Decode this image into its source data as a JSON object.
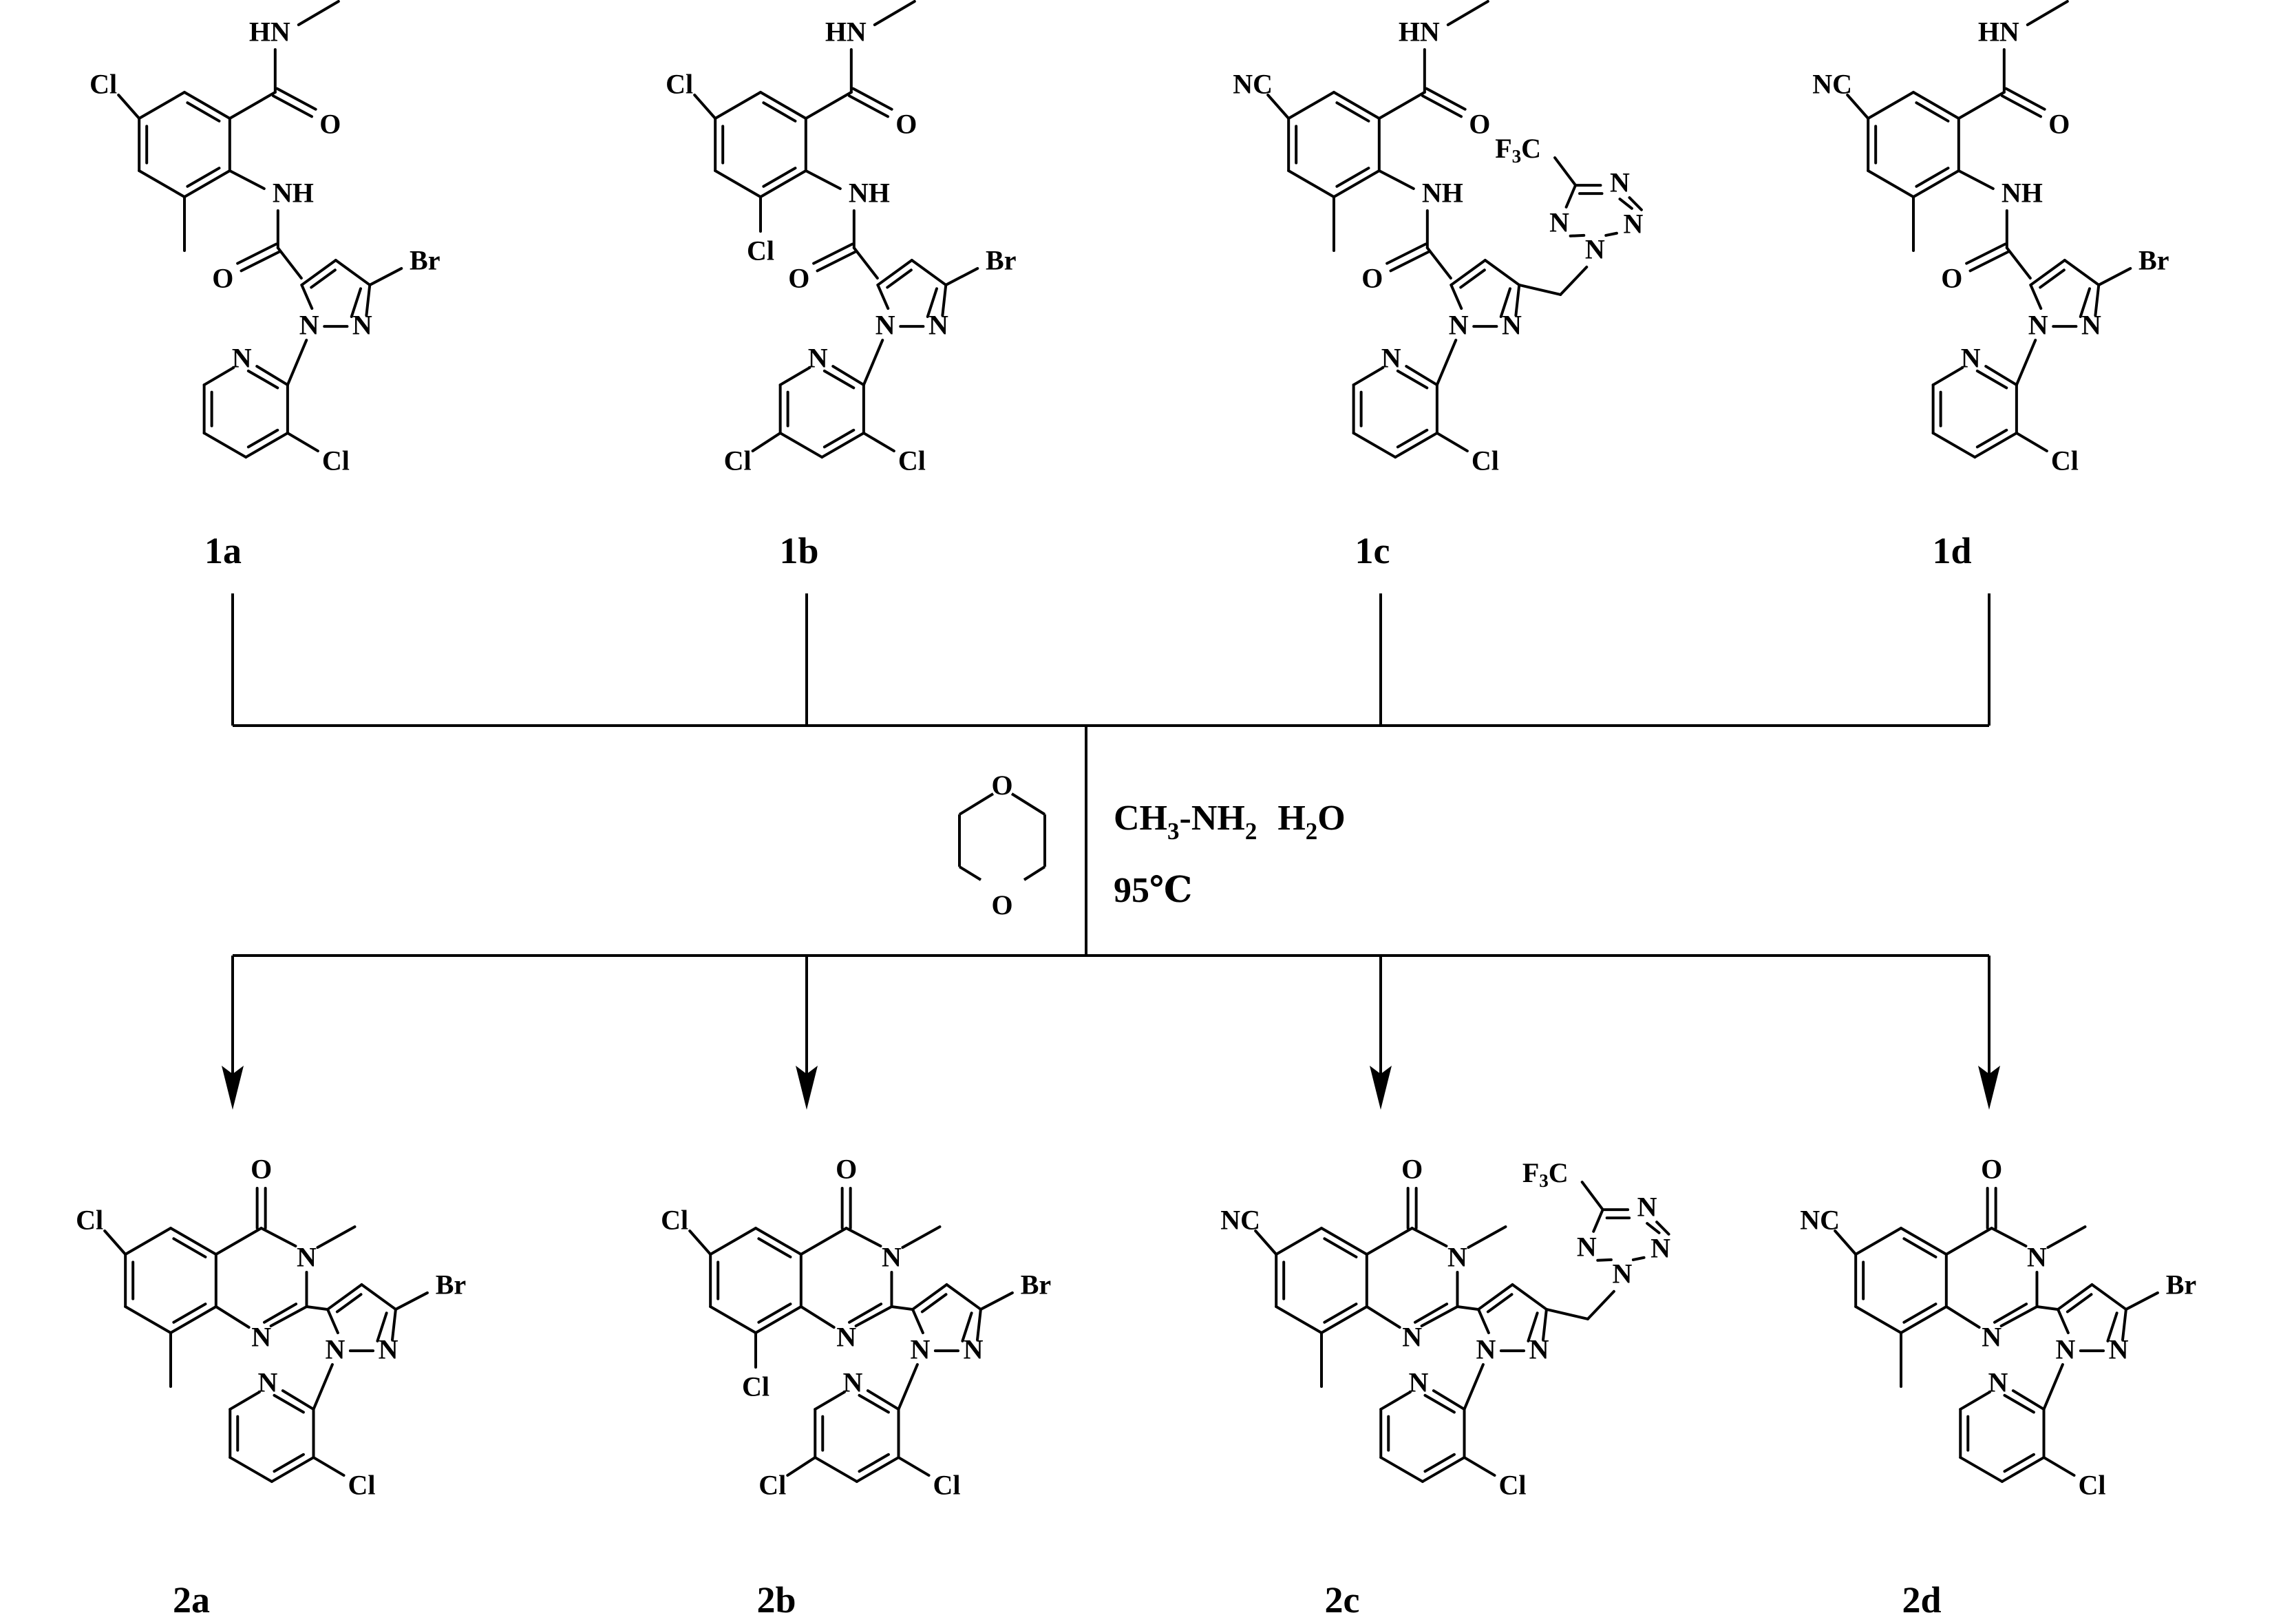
{
  "compounds": {
    "c1a": {
      "label": "1a",
      "sub5": "Cl",
      "sub3": "Me",
      "pyr5": ""
    },
    "c1b": {
      "label": "1b",
      "sub5": "Cl",
      "sub3": "Cl",
      "pyr5": "Cl"
    },
    "c1c": {
      "label": "1c",
      "sub5": "NC",
      "sub3": "Me",
      "pyr5": "",
      "tetrazole": true
    },
    "c1d": {
      "label": "1d",
      "sub5": "NC",
      "sub3": "Me",
      "pyr5": ""
    },
    "c2a": {
      "label": "2a",
      "sub5": "Cl",
      "sub3": "Me",
      "pyr5": ""
    },
    "c2b": {
      "label": "2b",
      "sub5": "Cl",
      "sub3": "Cl",
      "pyr5": "Cl"
    },
    "c2c": {
      "label": "2c",
      "sub5": "NC",
      "sub3": "Me",
      "pyr5": "",
      "tetrazole": true
    },
    "c2d": {
      "label": "2d",
      "sub5": "NC",
      "sub3": "Me",
      "pyr5": ""
    }
  },
  "atoms": {
    "HN": "HN",
    "NH": "NH",
    "O": "O",
    "N": "N",
    "Br": "Br",
    "Cl": "Cl",
    "NC": "NC",
    "F": "F",
    "C": "C",
    "F3_sub": "3",
    "ring": "N–N"
  },
  "conditions": {
    "reagent_parts": [
      "CH",
      "3",
      "-NH",
      "2",
      "H",
      "2",
      "O"
    ],
    "temperature": "95℃",
    "solvent_atom": "O"
  },
  "colors": {
    "ink": "#000000",
    "background": "#ffffff"
  }
}
